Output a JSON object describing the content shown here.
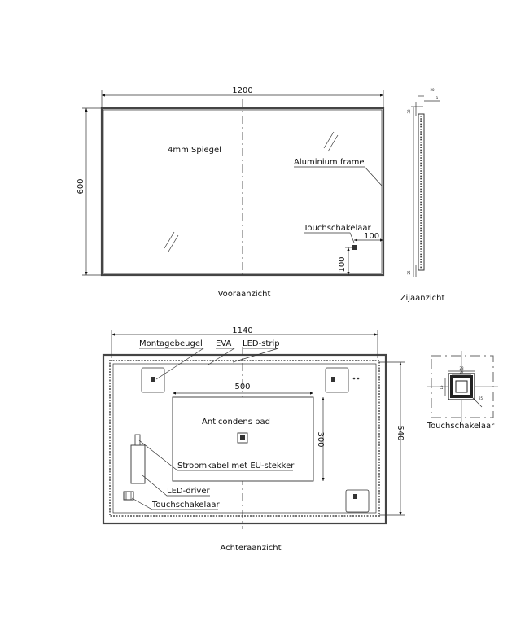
{
  "front": {
    "width": "1200",
    "height": "600",
    "mirror": "4mm Spiegel",
    "frame": "Aluminium frame",
    "switch": "Touchschakelaar",
    "offset_x": "100",
    "offset_y": "100",
    "caption": "Vooraanzicht"
  },
  "side": {
    "dim_top": "20",
    "dim_small": "1",
    "dim_left": "38",
    "dim_bottom": "25",
    "caption": "Zijaanzicht"
  },
  "rear": {
    "width": "1140",
    "height": "540",
    "labels": {
      "bracket": "Montagebeugel",
      "eva": "EVA",
      "led_strip": "LED-strip",
      "pad": "Anticondens pad",
      "cable": "Stroomkabel met EU-stekker",
      "driver": "LED-driver",
      "switch": "Touchschakelaar"
    },
    "pad_width": "500",
    "pad_height": "300",
    "caption": "Achteraanzicht"
  },
  "detail": {
    "dim_a": "28",
    "dim_b": "22",
    "dim_c": "15",
    "dim_d": "25",
    "caption": "Touchschakelaar"
  },
  "colors": {
    "line": "#222222",
    "frame": "#444444",
    "background": "#ffffff"
  }
}
